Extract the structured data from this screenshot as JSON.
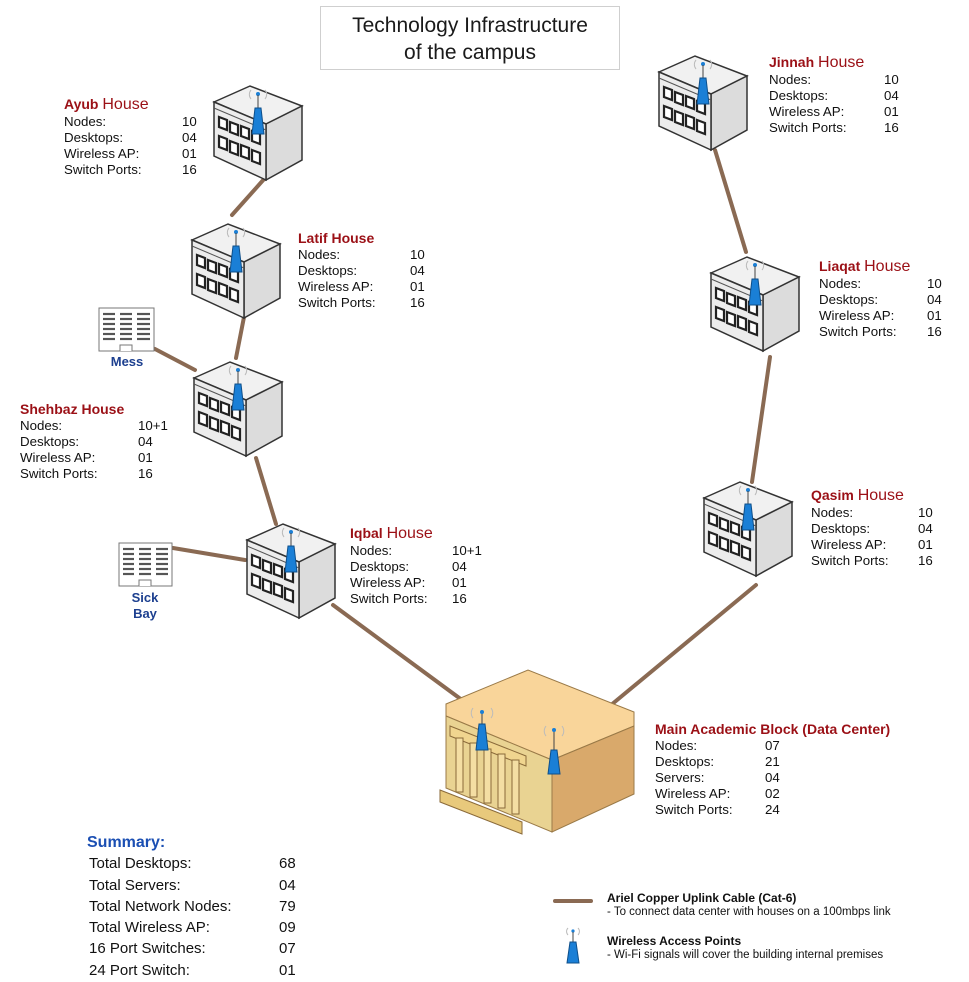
{
  "title": {
    "line1": "Technology Infrastructure",
    "line2": "of the campus"
  },
  "colors": {
    "cable": "#8a6a53",
    "house_name": "#9b1016",
    "summary_title": "#1b4fb3",
    "small_label": "#1c3f8f",
    "access_point": "#1a7fd6"
  },
  "icons": {
    "house": "building-icon",
    "data_center": "data-center-building-icon",
    "small_building": "small-building-icon",
    "wireless": "wireless-access-point-icon",
    "cable": "cable-line-icon"
  },
  "houses": [
    {
      "id": "ayub",
      "name": "Ayub",
      "suffix": "House",
      "rows": [
        [
          "Nodes:",
          "10"
        ],
        [
          "Desktops:",
          "04"
        ],
        [
          "Wireless AP:",
          "01"
        ],
        [
          "Switch Ports:",
          "16"
        ]
      ]
    },
    {
      "id": "latif",
      "name": "Latif",
      "suffix": "House",
      "rows": [
        [
          "Nodes:",
          "10"
        ],
        [
          "Desktops:",
          "04"
        ],
        [
          "Wireless AP:",
          "01"
        ],
        [
          "Switch Ports:",
          "16"
        ]
      ]
    },
    {
      "id": "shehbaz",
      "name": "Shehbaz",
      "suffix": "House",
      "rows": [
        [
          "Nodes:",
          "10+1"
        ],
        [
          "Desktops:",
          "04"
        ],
        [
          "Wireless AP:",
          "01"
        ],
        [
          "Switch Ports:",
          "16"
        ]
      ]
    },
    {
      "id": "iqbal",
      "name": "Iqbal",
      "suffix": "House",
      "rows": [
        [
          "Nodes:",
          "10+1"
        ],
        [
          "Desktops:",
          "04"
        ],
        [
          "Wireless AP:",
          "01"
        ],
        [
          "Switch Ports:",
          "16"
        ]
      ]
    },
    {
      "id": "jinnah",
      "name": "Jinnah",
      "suffix": "House",
      "rows": [
        [
          "Nodes:",
          "10"
        ],
        [
          "Desktops:",
          "04"
        ],
        [
          "Wireless AP:",
          "01"
        ],
        [
          "Switch Ports:",
          "16"
        ]
      ]
    },
    {
      "id": "liaqat",
      "name": "Liaqat",
      "suffix": "House",
      "rows": [
        [
          "Nodes:",
          "10"
        ],
        [
          "Desktops:",
          "04"
        ],
        [
          "Wireless AP:",
          "01"
        ],
        [
          "Switch Ports:",
          "16"
        ]
      ]
    },
    {
      "id": "qasim",
      "name": "Qasim",
      "suffix": "House",
      "rows": [
        [
          "Nodes:",
          "10"
        ],
        [
          "Desktops:",
          "04"
        ],
        [
          "Wireless AP:",
          "01"
        ],
        [
          "Switch Ports:",
          "16"
        ]
      ]
    }
  ],
  "data_center": {
    "name": "Main Academic Block (Data Center)",
    "rows": [
      [
        "Nodes:",
        "07"
      ],
      [
        "Desktops:",
        "21"
      ],
      [
        "Servers:",
        "04"
      ],
      [
        "Wireless AP:",
        "02"
      ],
      [
        "Switch Ports:",
        "24"
      ]
    ]
  },
  "facilities": {
    "mess": "Mess",
    "sick_bay_1": "Sick",
    "sick_bay_2": "Bay"
  },
  "summary": {
    "title": "Summary:",
    "rows": [
      [
        "Total Desktops:",
        "68"
      ],
      [
        "Total Servers:",
        "04"
      ],
      [
        "Total Network Nodes:",
        "79"
      ],
      [
        "Total Wireless AP:",
        "09"
      ],
      [
        "16 Port Switches:",
        "07"
      ],
      [
        "24 Port Switch:",
        "01"
      ]
    ]
  },
  "legend": {
    "cable_title": "Ariel Copper Uplink Cable (Cat-6)",
    "cable_desc": "- To connect data center with houses on a 100mbps link",
    "ap_title": "Wireless Access Points",
    "ap_desc": "- Wi-Fi signals will cover the building internal premises"
  }
}
